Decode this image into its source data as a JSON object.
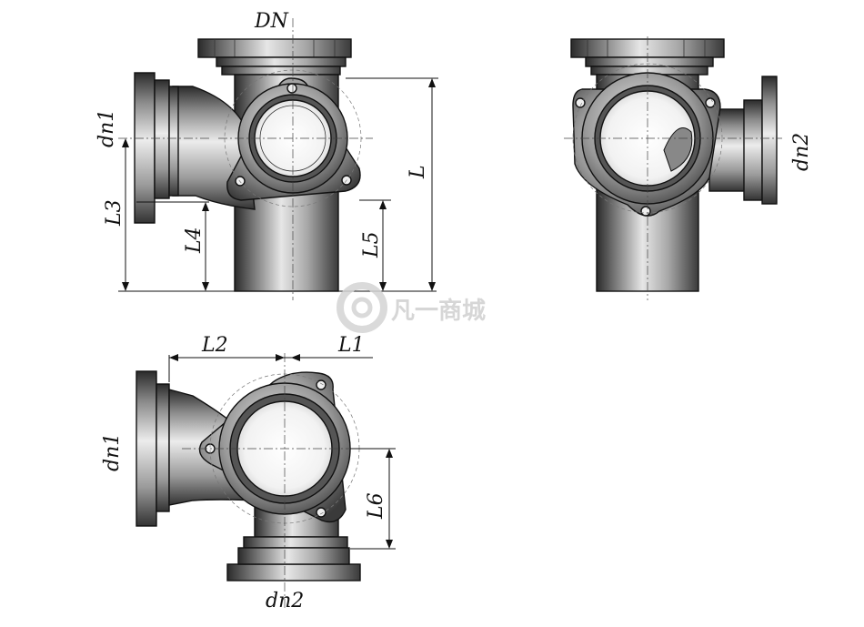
{
  "views": {
    "front": {
      "dn_label": "DN",
      "dn1_label": "dn1",
      "l_label": "L",
      "l3_label": "L3",
      "l4_label": "L4",
      "l5_label": "L5"
    },
    "side": {
      "dn2_label": "dn2"
    },
    "top": {
      "l2_label": "L2",
      "l1_label": "L1",
      "dn1_label": "dn1",
      "l6_label": "L6",
      "dn2_label": "dn2"
    }
  },
  "watermark": {
    "text": "凡一商城"
  },
  "colors": {
    "metal_dark": "#2b2b2b",
    "metal_mid": "#8c8c8c",
    "metal_light": "#e6e6e6",
    "line": "#111111"
  }
}
